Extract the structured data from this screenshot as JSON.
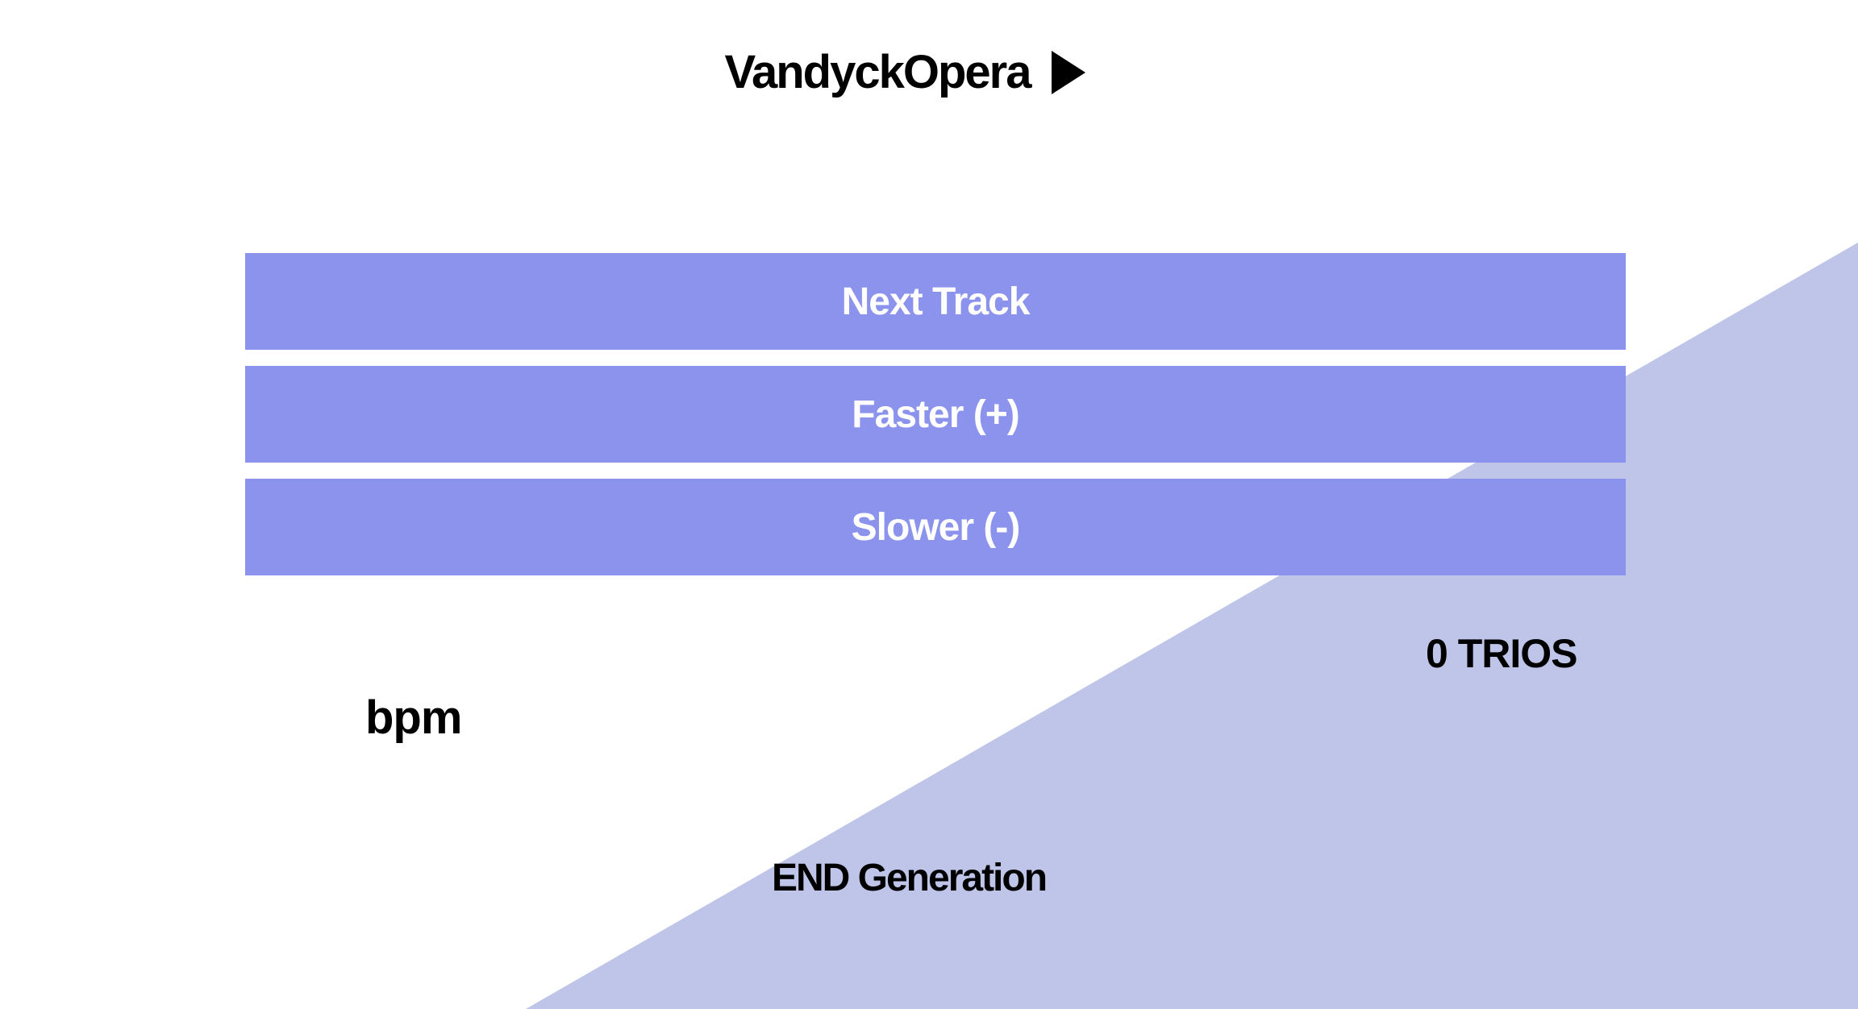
{
  "header": {
    "title": "VandyckOpera",
    "play_icon": "play-triangle"
  },
  "buttons": [
    {
      "label": "Next Track"
    },
    {
      "label": "Faster (+)"
    },
    {
      "label": "Slower (-)"
    }
  ],
  "status": {
    "trios": "0 TRIOS",
    "bpm_label": "bpm"
  },
  "actions": {
    "end_generation": "END Generation"
  },
  "colors": {
    "accent_button": "#8b93ec",
    "accent_light": "#bfc5e9",
    "text_dark": "#000000",
    "text_on_button": "#ffffff",
    "background": "#ffffff"
  }
}
